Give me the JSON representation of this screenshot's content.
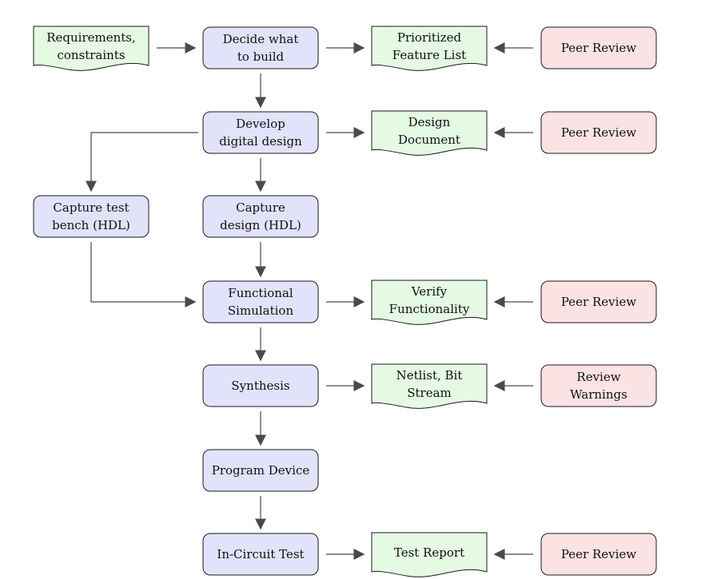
{
  "colors": {
    "process_fill": "#e2e2fb",
    "document_fill": "#e4fae2",
    "review_fill": "#fbe3e4",
    "stroke": "#1a1a1a",
    "arrow": "#4a4a4a"
  },
  "nodes": {
    "requirements": {
      "kind": "document",
      "lines": [
        "Requirements,",
        "constraints"
      ]
    },
    "decide": {
      "kind": "process",
      "lines": [
        "Decide what",
        "to build"
      ]
    },
    "feature_list": {
      "kind": "document",
      "lines": [
        "Prioritized",
        "Feature List"
      ]
    },
    "review_1": {
      "kind": "review",
      "lines": [
        "Peer Review"
      ]
    },
    "develop": {
      "kind": "process",
      "lines": [
        "Develop",
        "digital design"
      ]
    },
    "design_doc": {
      "kind": "document",
      "lines": [
        "Design",
        "Document"
      ]
    },
    "review_2": {
      "kind": "review",
      "lines": [
        "Peer Review"
      ]
    },
    "test_bench": {
      "kind": "process",
      "lines": [
        "Capture test",
        "bench (HDL)"
      ]
    },
    "capture_design": {
      "kind": "process",
      "lines": [
        "Capture",
        "design (HDL)"
      ]
    },
    "func_sim": {
      "kind": "process",
      "lines": [
        "Functional",
        "Simulation"
      ]
    },
    "verify": {
      "kind": "document",
      "lines": [
        "Verify",
        "Functionality"
      ]
    },
    "review_3": {
      "kind": "review",
      "lines": [
        "Peer Review"
      ]
    },
    "synthesis": {
      "kind": "process",
      "lines": [
        "Synthesis"
      ]
    },
    "netlist": {
      "kind": "document",
      "lines": [
        "Netlist, Bit",
        "Stream"
      ]
    },
    "review_warnings": {
      "kind": "review",
      "lines": [
        "Review",
        "Warnings"
      ]
    },
    "program": {
      "kind": "process",
      "lines": [
        "Program Device"
      ]
    },
    "in_circuit": {
      "kind": "process",
      "lines": [
        "In-Circuit Test"
      ]
    },
    "test_report": {
      "kind": "document",
      "lines": [
        "Test Report"
      ]
    },
    "review_4": {
      "kind": "review",
      "lines": [
        "Peer Review"
      ]
    }
  },
  "edges": [
    [
      "requirements",
      "decide"
    ],
    [
      "decide",
      "feature_list"
    ],
    [
      "review_1",
      "feature_list"
    ],
    [
      "decide",
      "develop"
    ],
    [
      "develop",
      "design_doc"
    ],
    [
      "review_2",
      "design_doc"
    ],
    [
      "develop",
      "test_bench"
    ],
    [
      "develop",
      "capture_design"
    ],
    [
      "capture_design",
      "func_sim"
    ],
    [
      "test_bench",
      "func_sim"
    ],
    [
      "func_sim",
      "verify"
    ],
    [
      "review_3",
      "verify"
    ],
    [
      "func_sim",
      "synthesis"
    ],
    [
      "synthesis",
      "netlist"
    ],
    [
      "review_warnings",
      "netlist"
    ],
    [
      "synthesis",
      "program"
    ],
    [
      "program",
      "in_circuit"
    ],
    [
      "in_circuit",
      "test_report"
    ],
    [
      "review_4",
      "test_report"
    ]
  ]
}
